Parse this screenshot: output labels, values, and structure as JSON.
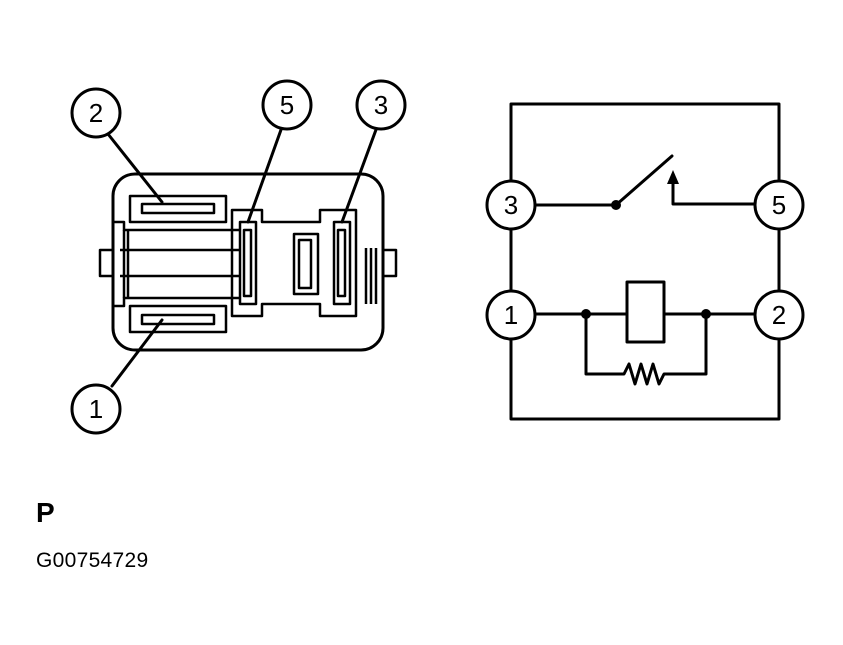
{
  "panel_label": "P",
  "figure_code": "G00754729",
  "connector": {
    "callouts": [
      "2",
      "5",
      "3",
      "1"
    ]
  },
  "schematic": {
    "pins": [
      "3",
      "5",
      "1",
      "2"
    ]
  }
}
